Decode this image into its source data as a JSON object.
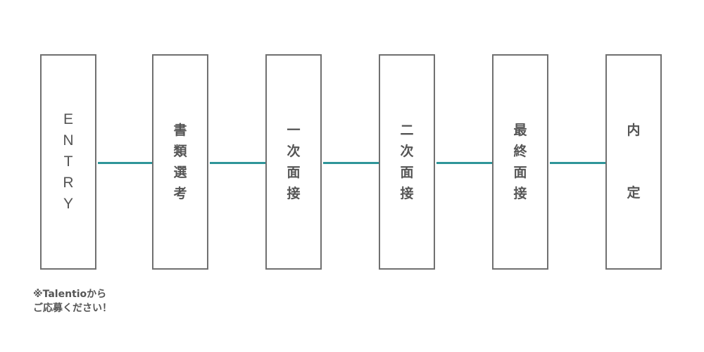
{
  "flow": {
    "steps": [
      {
        "label": "ENTRY"
      },
      {
        "label": "書類選考"
      },
      {
        "label": "一次面接"
      },
      {
        "label": "二次面接"
      },
      {
        "label": "最終面接"
      },
      {
        "label": "内定"
      }
    ],
    "connector_color": "#2f9599",
    "box_border_color": "#707070",
    "text_color": "#555555"
  },
  "note": {
    "line1": "※Talentioから",
    "line2": "ご応募ください！"
  }
}
